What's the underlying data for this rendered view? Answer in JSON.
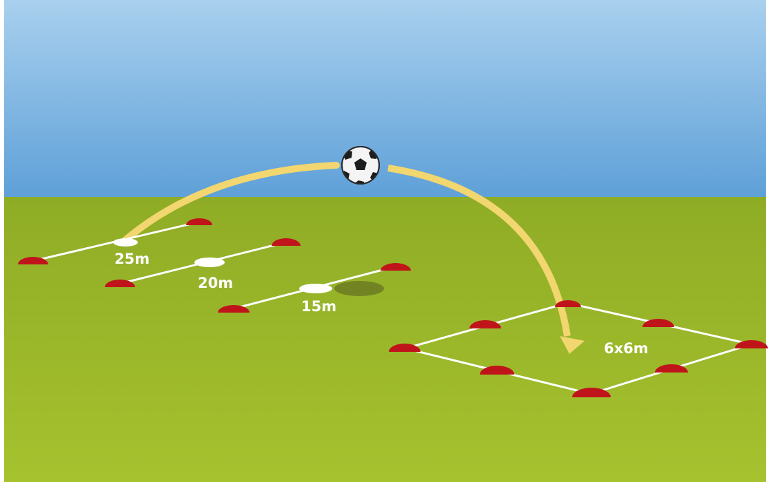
{
  "labels": {
    "line_25": "25m",
    "line_20": "20m",
    "line_15": "15m",
    "target_grid": "6x6m"
  },
  "colors": {
    "sky_top": "#a9d0ee",
    "sky_bottom": "#5ea0d8",
    "field_top": "#8fac26",
    "field_bottom": "#a6c22e",
    "cone": "#c0141b",
    "line": "#ffffff",
    "arc": "#f2d66f",
    "label": "#ffffff"
  },
  "icons": {
    "ball": "soccer-ball-icon",
    "cone": "marker-cone-icon",
    "arrowhead": "arrowhead-icon"
  }
}
